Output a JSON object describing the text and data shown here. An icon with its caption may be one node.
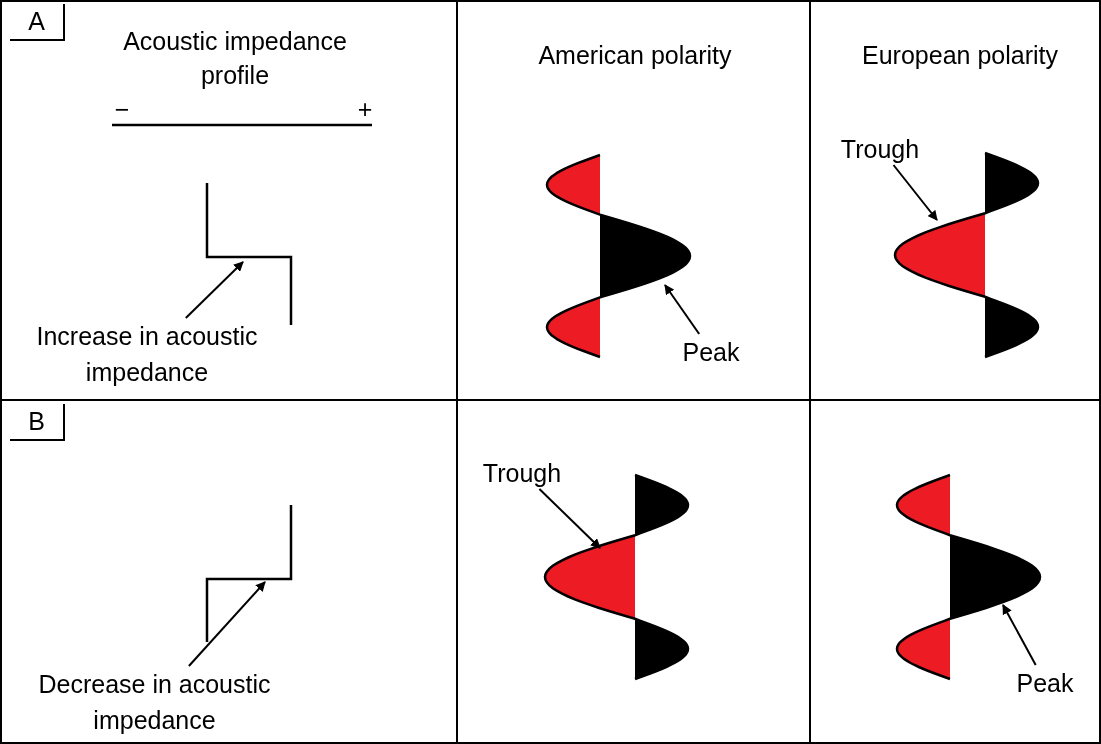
{
  "diagram": {
    "nodes": [
      {
        "text": [
          "A"
        ]
      },
      {
        "text": [
          "B"
        ]
      },
      {
        "text": [
          "Increase in acoustic impedance"
        ]
      },
      {
        "text": [],
        "shape": "picture"
      },
      {
        "text": [
          "Peak"
        ]
      },
      {
        "text": [],
        "shape": "picture"
      },
      {
        "text": [
          "Trough"
        ]
      },
      {
        "text": [],
        "shape": "picture"
      },
      {
        "text": [
          "Decrease in acoustic impedance"
        ]
      },
      {
        "text": [],
        "shape": "picture"
      },
      {
        "text": [
          "Trough"
        ]
      },
      {
        "text": [],
        "shape": "picture"
      },
      {
        "text": [
          "Peak"
        ]
      },
      {
        "text": [],
        "shape": "picture"
      }
    ],
    "edges": [
      {
        "from": 2,
        "to": 3,
        "arrow": "to"
      },
      {
        "from": 4,
        "to": 5,
        "arrow": "to"
      },
      {
        "from": 6,
        "to": 7,
        "arrow": "to"
      },
      {
        "from": 8,
        "to": 9,
        "arrow": "to"
      },
      {
        "from": 10,
        "to": 11,
        "arrow": "to"
      },
      {
        "from": 12,
        "to": 13,
        "arrow": "to"
      }
    ],
    "labels": [
      "Acoustic impedance profile",
      "−",
      "+",
      "American polarity",
      "European polarity"
    ]
  }
}
